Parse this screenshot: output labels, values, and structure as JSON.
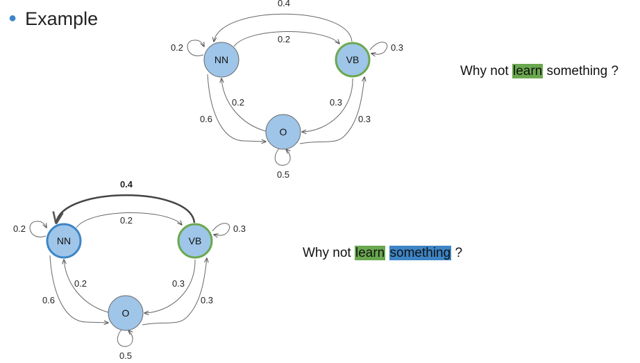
{
  "title": "Example",
  "colors": {
    "node_fill": "#9fc5e8",
    "node_stroke": "#666666",
    "green": "#6aa84f",
    "blue": "#3d85c6",
    "edge": "#555555"
  },
  "diagrams": [
    {
      "nodes": [
        {
          "id": "NN",
          "label": "NN",
          "highlight": null
        },
        {
          "id": "VB",
          "label": "VB",
          "highlight": "green"
        },
        {
          "id": "O",
          "label": "O",
          "highlight": null
        }
      ],
      "edges": [
        {
          "from": "VB",
          "to": "NN",
          "label": "0.4",
          "bold": false
        },
        {
          "from": "NN",
          "to": "VB",
          "label": "0.2"
        },
        {
          "from": "NN",
          "to": "NN",
          "label": "0.2"
        },
        {
          "from": "VB",
          "to": "VB",
          "label": "0.3"
        },
        {
          "from": "O",
          "to": "NN",
          "label": "0.2"
        },
        {
          "from": "VB",
          "to": "O",
          "label": "0.3"
        },
        {
          "from": "NN",
          "to": "O",
          "label": "0.6"
        },
        {
          "from": "O",
          "to": "VB",
          "label": "0.3"
        },
        {
          "from": "O",
          "to": "O",
          "label": "0.5"
        }
      ],
      "sentence": {
        "before": "Why not ",
        "w1": "learn",
        "mid": " something ?",
        "w2": "",
        "after": ""
      }
    },
    {
      "nodes": [
        {
          "id": "NN",
          "label": "NN",
          "highlight": "blue"
        },
        {
          "id": "VB",
          "label": "VB",
          "highlight": "green"
        },
        {
          "id": "O",
          "label": "O",
          "highlight": null
        }
      ],
      "edges": [
        {
          "from": "VB",
          "to": "NN",
          "label": "0.4",
          "bold": true
        },
        {
          "from": "NN",
          "to": "VB",
          "label": "0.2"
        },
        {
          "from": "NN",
          "to": "NN",
          "label": "0.2"
        },
        {
          "from": "VB",
          "to": "VB",
          "label": "0.3"
        },
        {
          "from": "O",
          "to": "NN",
          "label": "0.2"
        },
        {
          "from": "VB",
          "to": "O",
          "label": "0.3"
        },
        {
          "from": "NN",
          "to": "O",
          "label": "0.6"
        },
        {
          "from": "O",
          "to": "VB",
          "label": "0.3"
        },
        {
          "from": "O",
          "to": "O",
          "label": "0.5"
        }
      ],
      "sentence": {
        "before": "Why not ",
        "w1": "learn",
        "mid": " ",
        "w2": "something",
        "after": " ?"
      }
    }
  ]
}
